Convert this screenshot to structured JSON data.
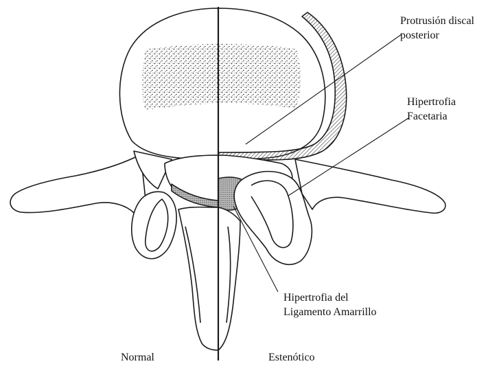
{
  "diagram": {
    "labels": {
      "disc_protrusion": [
        "Protrusión discal",
        "posterior"
      ],
      "facet_hypertrophy": [
        "Hipertrofia",
        "Facetaria"
      ],
      "ligament_hypertrophy": [
        "Hipertrofia del",
        "Ligamento Amarrillo"
      ],
      "normal": "Normal",
      "stenotic": "Estenótico"
    },
    "colors": {
      "line": "#1a1a1a",
      "background": "#ffffff",
      "disc_hatch": "#555555",
      "ligament_shade": "#7a7a7a"
    }
  }
}
